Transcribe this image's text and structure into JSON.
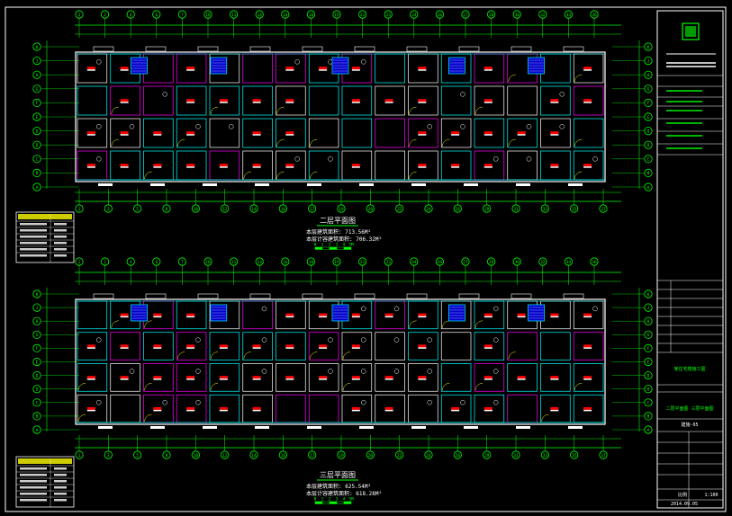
{
  "colors": {
    "background": "#000000",
    "axis_line": "#00ff00",
    "wall": "#ffffff",
    "room_outline": "#ff00ff",
    "glass": "#00ffff",
    "stair_fill": "#0000cc",
    "annotation": "#ffffff",
    "frame": "#ffffff",
    "title_accent": "#00ff00",
    "red_tag": "#ff0000",
    "yellow": "#ffff00"
  },
  "plan_top": {
    "title": "二层平面图",
    "area_line_1": "本层建筑面积: 713.56M²",
    "area_line_2": "本层计容建筑面积: 706.32M²",
    "scale_labels": [
      "0",
      "1",
      "2",
      "3",
      "4",
      "5M"
    ],
    "top_axes": [
      "1",
      "2",
      "4",
      "6",
      "7",
      "10",
      "11",
      "14",
      "16",
      "18",
      "19",
      "21",
      "23",
      "24",
      "26",
      "27",
      "28",
      "30",
      "32",
      "34",
      "36"
    ],
    "bottom_axes": [
      "1",
      "3",
      "5",
      "8",
      "10",
      "12",
      "14",
      "16",
      "17",
      "19",
      "20",
      "22",
      "24",
      "26",
      "29",
      "31",
      "33",
      "35",
      "37"
    ],
    "row_axes": [
      "K",
      "J",
      "H",
      "G",
      "F",
      "E",
      "D",
      "D",
      "C",
      "B",
      "A"
    ]
  },
  "plan_bottom": {
    "title": "三层平面图",
    "area_line_1": "本层建筑面积: 625.54M²",
    "area_line_2": "本层计容建筑面积: 618.28M²",
    "scale_labels": [
      "0",
      "1",
      "2",
      "3",
      "4",
      "5M"
    ],
    "top_axes": [
      "1",
      "2",
      "4",
      "6",
      "7",
      "10",
      "11",
      "14",
      "16",
      "18",
      "19",
      "21",
      "23",
      "24",
      "26",
      "27",
      "28",
      "30",
      "32",
      "34",
      "36"
    ],
    "bottom_axes": [
      "1",
      "3",
      "5",
      "8",
      "10",
      "12",
      "14",
      "16",
      "17",
      "19",
      "20",
      "22",
      "24",
      "26",
      "29",
      "31",
      "33",
      "35",
      "37"
    ],
    "row_axes": [
      "K",
      "J",
      "H",
      "G",
      "F",
      "E",
      "D",
      "D",
      "C",
      "B",
      "A"
    ]
  },
  "title_block": {
    "drawing_name": "二层平面图 三层平面图",
    "drawing_no": "建施-05",
    "scale_label": "比例",
    "scale_value": "1:100",
    "date": "2014.09.05",
    "project": "某住宅楼施工图"
  }
}
